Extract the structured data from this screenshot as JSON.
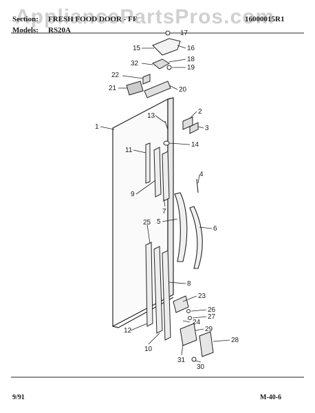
{
  "header": {
    "section_label": "Section:",
    "section_value": "FRESH FOOD DOOR - FF",
    "models_label": "Models:",
    "models_value": "RS20A",
    "code": "16000015R1",
    "watermark": "AppliancePartsPros.com"
  },
  "footer": {
    "date": "9/91",
    "page": "M-40-6"
  },
  "callouts": [
    "17",
    "15",
    "16",
    "18",
    "32",
    "19",
    "22",
    "21",
    "20",
    "13",
    "2",
    "3",
    "1",
    "14",
    "11",
    "4",
    "9",
    "7",
    "5",
    "6",
    "25",
    "8",
    "23",
    "26",
    "27",
    "24",
    "12",
    "10",
    "29",
    "28",
    "31",
    "30"
  ]
}
